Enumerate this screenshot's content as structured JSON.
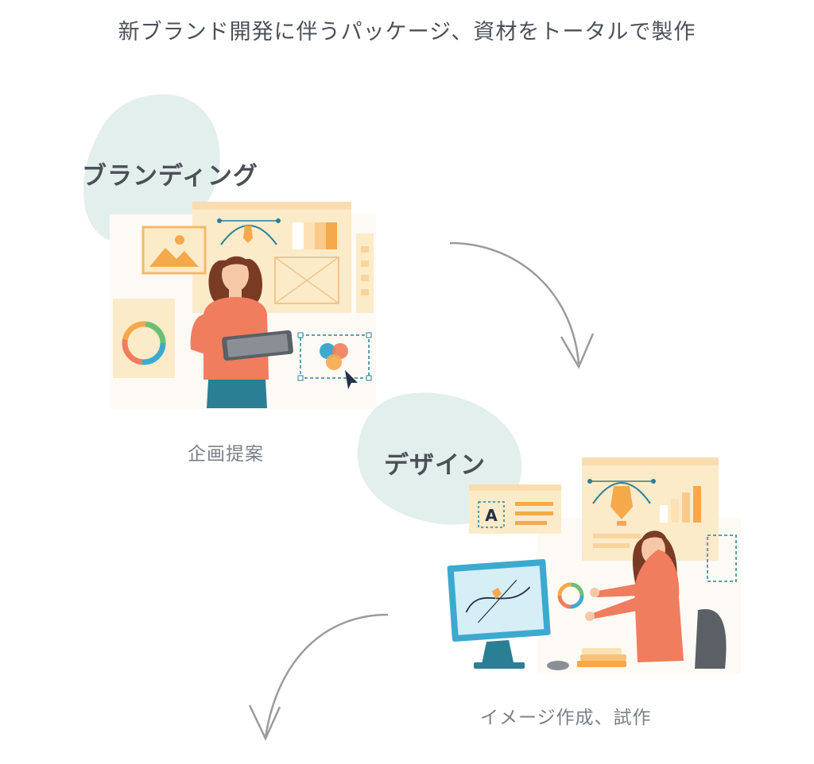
{
  "title": "新ブランド開発に伴うパッケージ、資材をトータルで製作",
  "steps": [
    {
      "label": "ブランディング",
      "caption": "企画提案"
    },
    {
      "label": "デザイン",
      "caption": "イメージ作成、試作"
    }
  ],
  "illustration1": {
    "text_a": ""
  },
  "illustration2": {
    "letter": "A"
  },
  "colors": {
    "blob": "#e3efec",
    "cream": "#fcebc9",
    "orange": "#f6a94b",
    "coral": "#f07d5e",
    "teal": "#2a7f94",
    "monitor_blue": "#3da9cf",
    "hair": "#7a3b24",
    "arrow": "#9b9b9b"
  }
}
